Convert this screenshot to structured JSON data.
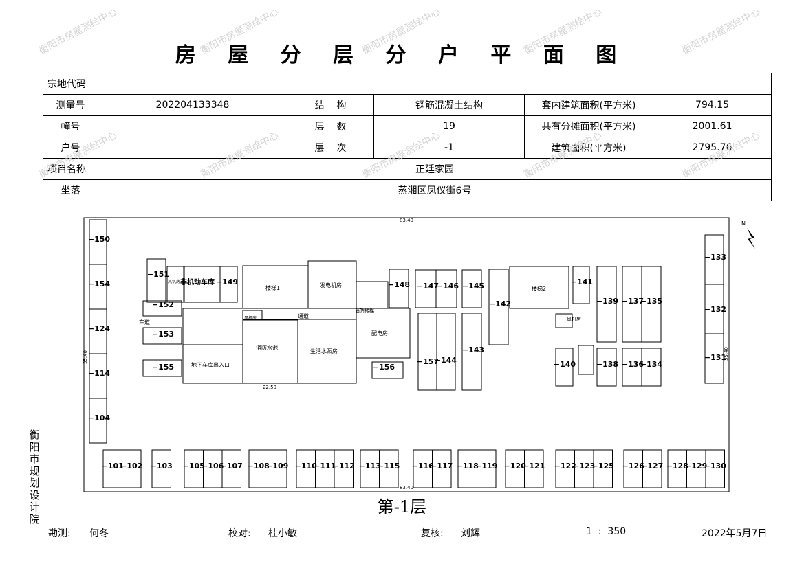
{
  "title": "房 屋 分 层 分 户 平 面 图",
  "watermark": "衡阳市房屋测绘中心",
  "info": {
    "row1": {
      "label": "宗地代码",
      "value": ""
    },
    "row2": {
      "label": "测量号",
      "value": "202204133348",
      "l2": "结    构",
      "v2": "钢筋混凝土结构",
      "l3": "套内建筑面积(平方米)",
      "v3": "794.15"
    },
    "row3": {
      "label": "幢号",
      "value": "",
      "l2": "层    数",
      "v2": "19",
      "l3": "共有分摊面积(平方米)",
      "v3": "2001.61"
    },
    "row4": {
      "label": "户号",
      "value": "",
      "l2": "层    次",
      "v2": "-1",
      "l3": "建筑面积(平方米)",
      "v3": "2795.76"
    },
    "row5": {
      "label": "项目名称",
      "value": "正廷家园"
    },
    "row6": {
      "label": "坐落",
      "value": "蒸湘区凤仪街6号"
    }
  },
  "plan": {
    "north": "N",
    "dims": {
      "top": "83.40",
      "bottom": "83.40",
      "left": "35.40",
      "right": "35.40",
      "mid": "22.50"
    },
    "rooms": {
      "stair1": "楼梯1",
      "stair2": "楼梯2",
      "generator": "发电机房",
      "fire_pool": "消防水池",
      "water_pump": "生活水泵房",
      "ramp": "地下车库出入口",
      "corridor": "通道",
      "power": "配电房",
      "fan1": "风机房",
      "fan2": "风机房",
      "fan3": "风机房",
      "fire_stair": "消防楼梯",
      "bike": "非机动车库",
      "car": "车道"
    },
    "slots": {
      "left": [
        "150",
        "154",
        "124",
        "114",
        "104"
      ],
      "right": [
        "133",
        "132",
        "131"
      ],
      "mid": [
        "151",
        "149",
        "152",
        "153",
        "155",
        "156",
        "147",
        "146",
        "145",
        "142",
        "141",
        "139",
        "137",
        "135",
        "148",
        "157",
        "144",
        "143",
        "140",
        "138",
        "136",
        "134"
      ],
      "bottom": [
        "101",
        "102",
        "103",
        "105",
        "106",
        "107",
        "108",
        "109",
        "110",
        "111",
        "112",
        "113",
        "115",
        "116",
        "117",
        "118",
        "119",
        "120",
        "121",
        "122",
        "123",
        "125",
        "126",
        "127",
        "128",
        "129",
        "130"
      ]
    }
  },
  "floor_label": "第-1层",
  "side_label": [
    "衡",
    "阳",
    "市",
    "规",
    "划",
    "设",
    "计",
    "院"
  ],
  "footer": {
    "survey_label": "勘测:",
    "survey": "何冬",
    "check_label": "校对:",
    "check": "桂小敏",
    "review_label": "复核:",
    "review": "刘辉",
    "scale": "1  :  350",
    "date": "2022年5月7日"
  }
}
